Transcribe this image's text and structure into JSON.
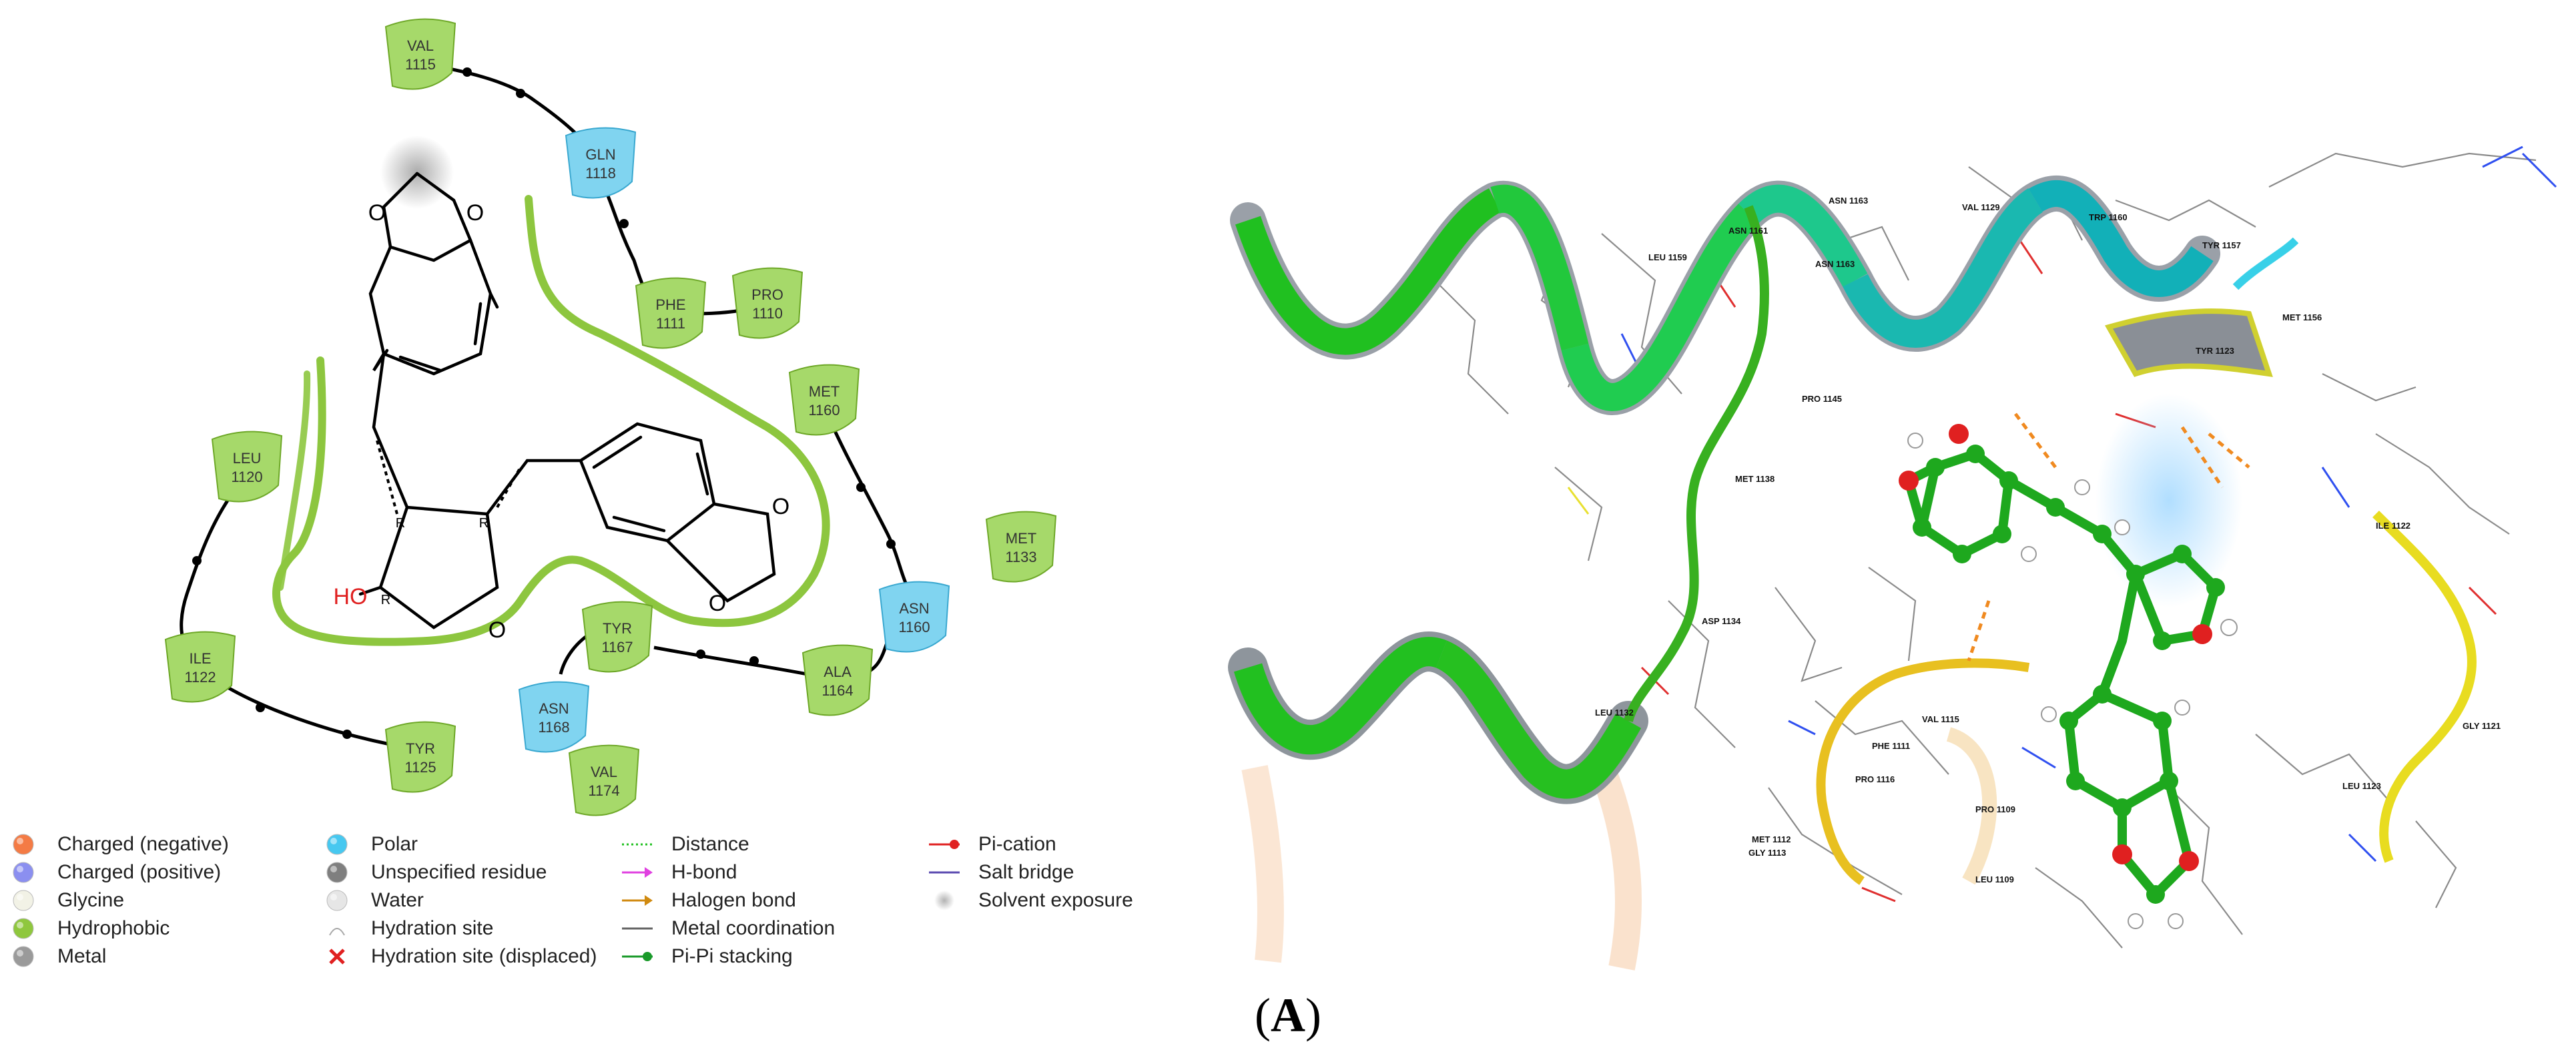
{
  "panel_label": "A",
  "residues": [
    {
      "name": "VAL",
      "num": "1115",
      "kind": "hydrophobic"
    },
    {
      "name": "GLN",
      "num": "1118",
      "kind": "polar"
    },
    {
      "name": "PHE",
      "num": "1111",
      "kind": "hydrophobic"
    },
    {
      "name": "PRO",
      "num": "1110",
      "kind": "hydrophobic"
    },
    {
      "name": "MET",
      "num": "1160",
      "kind": "hydrophobic"
    },
    {
      "name": "LEU",
      "num": "1120",
      "kind": "hydrophobic"
    },
    {
      "name": "MET",
      "num": "1133",
      "kind": "hydrophobic"
    },
    {
      "name": "ILE",
      "num": "1122",
      "kind": "hydrophobic"
    },
    {
      "name": "ASN",
      "num": "1160",
      "kind": "polar"
    },
    {
      "name": "TYR",
      "num": "1167",
      "kind": "hydrophobic"
    },
    {
      "name": "ALA",
      "num": "1164",
      "kind": "hydrophobic"
    },
    {
      "name": "ASN",
      "num": "1168",
      "kind": "polar"
    },
    {
      "name": "TYR",
      "num": "1125",
      "kind": "hydrophobic"
    },
    {
      "name": "VAL",
      "num": "1174",
      "kind": "hydrophobic"
    }
  ],
  "ligand_labels": {
    "o1": "O",
    "o2": "O",
    "o3": "O",
    "o4": "O",
    "o5": "O",
    "ho": "HO",
    "r1": "R",
    "r2": "R",
    "r3": "R"
  },
  "legend": [
    {
      "label": "Charged (negative)",
      "symbol": "sphere",
      "color": "#f47b45"
    },
    {
      "label": "Charged (positive)",
      "symbol": "sphere",
      "color": "#8b8ff0"
    },
    {
      "label": "Glycine",
      "symbol": "sphere",
      "color": "#f2f2e6"
    },
    {
      "label": "Hydrophobic",
      "symbol": "sphere",
      "color": "#8fc73e"
    },
    {
      "label": "Metal",
      "symbol": "sphere",
      "color": "#9a9a9a"
    },
    {
      "label": "Polar",
      "symbol": "sphere",
      "color": "#47c8f0"
    },
    {
      "label": "Unspecified residue",
      "symbol": "sphere",
      "color": "#7f7f7f"
    },
    {
      "label": "Water",
      "symbol": "sphere",
      "color": "#e6e6e6"
    },
    {
      "label": "Hydration site",
      "symbol": "hsite",
      "color": "#aaaaaa"
    },
    {
      "label": "Hydration site (displaced)",
      "symbol": "cross",
      "color": "#e02020"
    },
    {
      "label": "Distance",
      "symbol": "dotted",
      "color": "#20c020"
    },
    {
      "label": "H-bond",
      "symbol": "arrow",
      "color": "#e040e0"
    },
    {
      "label": "Halogen bond",
      "symbol": "arrow",
      "color": "#d08a10"
    },
    {
      "label": "Metal coordination",
      "symbol": "line",
      "color": "#666666"
    },
    {
      "label": "Pi-Pi stacking",
      "symbol": "dotline",
      "color": "#1a9a2a"
    },
    {
      "label": "Pi-cation",
      "symbol": "dotline",
      "color": "#e02020"
    },
    {
      "label": "Salt bridge",
      "symbol": "line",
      "color": "#5a4ab0"
    },
    {
      "label": "Solvent exposure",
      "symbol": "halo",
      "color": "#aaaaaa"
    }
  ],
  "residues3d": [
    {
      "text": "ASN 1163"
    },
    {
      "text": "VAL 1129"
    },
    {
      "text": "TRP 1160"
    },
    {
      "text": "LEU 1159"
    },
    {
      "text": "ASN 1161"
    },
    {
      "text": "ASN 1163"
    },
    {
      "text": "TYR 1157"
    },
    {
      "text": "TYR 1123"
    },
    {
      "text": "MET 1156"
    },
    {
      "text": "PRO 1145"
    },
    {
      "text": "MET 1138"
    },
    {
      "text": "ILE 1122"
    },
    {
      "text": "ASP 1134"
    },
    {
      "text": "LEU 1132"
    },
    {
      "text": "GLY 1121"
    },
    {
      "text": "VAL 1115"
    },
    {
      "text": "PHE 1111"
    },
    {
      "text": "PRO 1116"
    },
    {
      "text": "LEU 1123"
    },
    {
      "text": "PRO 1109"
    },
    {
      "text": "MET 1112"
    },
    {
      "text": "GLY 1113"
    },
    {
      "text": "LEU 1109"
    }
  ]
}
